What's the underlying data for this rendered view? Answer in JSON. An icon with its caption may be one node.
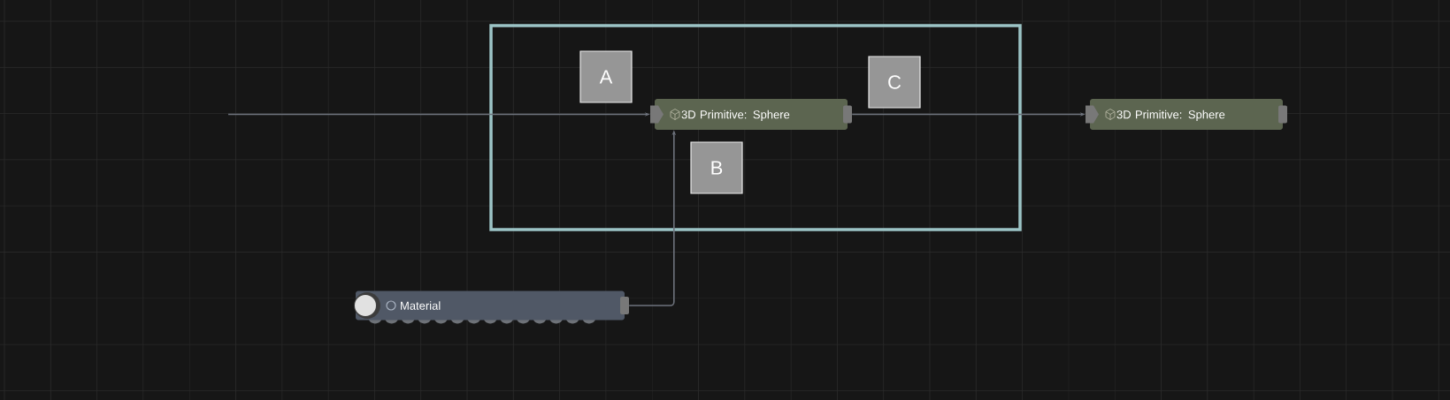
{
  "diagram": {
    "nodes": [
      {
        "text": [],
        "shape": "box"
      },
      {
        "text": [
          "A"
        ],
        "in": 0
      },
      {
        "text": [
          "C"
        ],
        "in": 0
      },
      {
        "text": [
          "B"
        ],
        "in": 0
      },
      {
        "text": [
          "3D Primitive: Sphere"
        ],
        "in": 0
      },
      {
        "text": [
          "3D Primitive: Sphere"
        ]
      },
      {
        "text": [
          "Material"
        ]
      }
    ],
    "edges": [
      {
        "from": null,
        "to": 4,
        "arrow": "to"
      },
      {
        "from": 4,
        "to": 5,
        "arrow": "to"
      },
      {
        "from": 6,
        "to": 4,
        "arrow": "to"
      }
    ]
  }
}
